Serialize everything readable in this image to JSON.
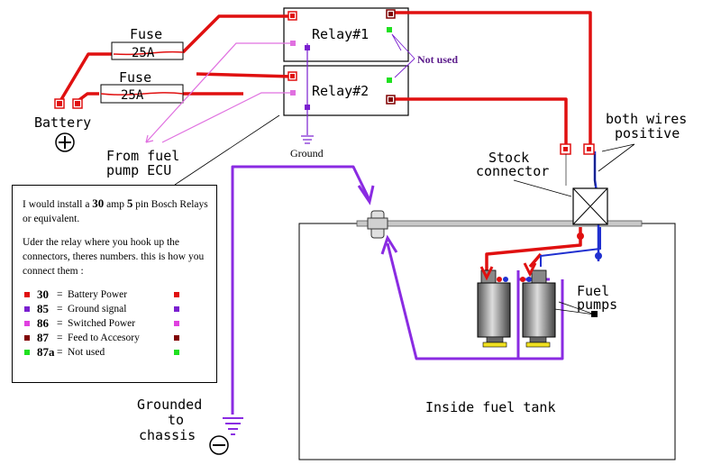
{
  "labels": {
    "fuse1": "Fuse",
    "fuse1_rating": "25A",
    "fuse2": "Fuse",
    "fuse2_rating": "25A",
    "battery": "Battery",
    "relay1": "Relay#1",
    "relay2": "Relay#2",
    "not_used": "Not used",
    "ground": "Ground",
    "from_ecu_1": "From fuel",
    "from_ecu_2": "pump ECU",
    "both_wires_1": "both wires",
    "both_wires_2": "positive",
    "stock_1": "Stock",
    "stock_2": "connector",
    "fuel_1": "Fuel",
    "fuel_2": "pumps",
    "grounded_1": "Grounded",
    "grounded_2": "to",
    "grounded_3": "chassis",
    "tank": "Inside fuel tank"
  },
  "note": {
    "line1_a": "I would install a ",
    "line1_b": "30",
    "line1_c": " amp ",
    "line1_d": "5",
    "line1_e": " pin Bosch Relays or equivalent.",
    "line2": "Uder the relay where you hook up the connectors, theres numbers. this is how you connect them :",
    "legend": [
      {
        "num": "30",
        "desc": "Battery Power",
        "color": "#e01010"
      },
      {
        "num": "85",
        "desc": "Ground signal",
        "color": "#7a1fd0"
      },
      {
        "num": "86",
        "desc": "Switched Power",
        "color": "#e040e0"
      },
      {
        "num": "87",
        "desc": "Feed to Accesory",
        "color": "#800000"
      },
      {
        "num": "87a",
        "desc": "Not used",
        "color": "#20e020"
      }
    ]
  },
  "colors": {
    "power": "#e01010",
    "ground": "#8a2be2",
    "ecu": "#e070e0",
    "feed": "#800000",
    "unused": "#20e020",
    "positive_blue": "#2030d0"
  }
}
